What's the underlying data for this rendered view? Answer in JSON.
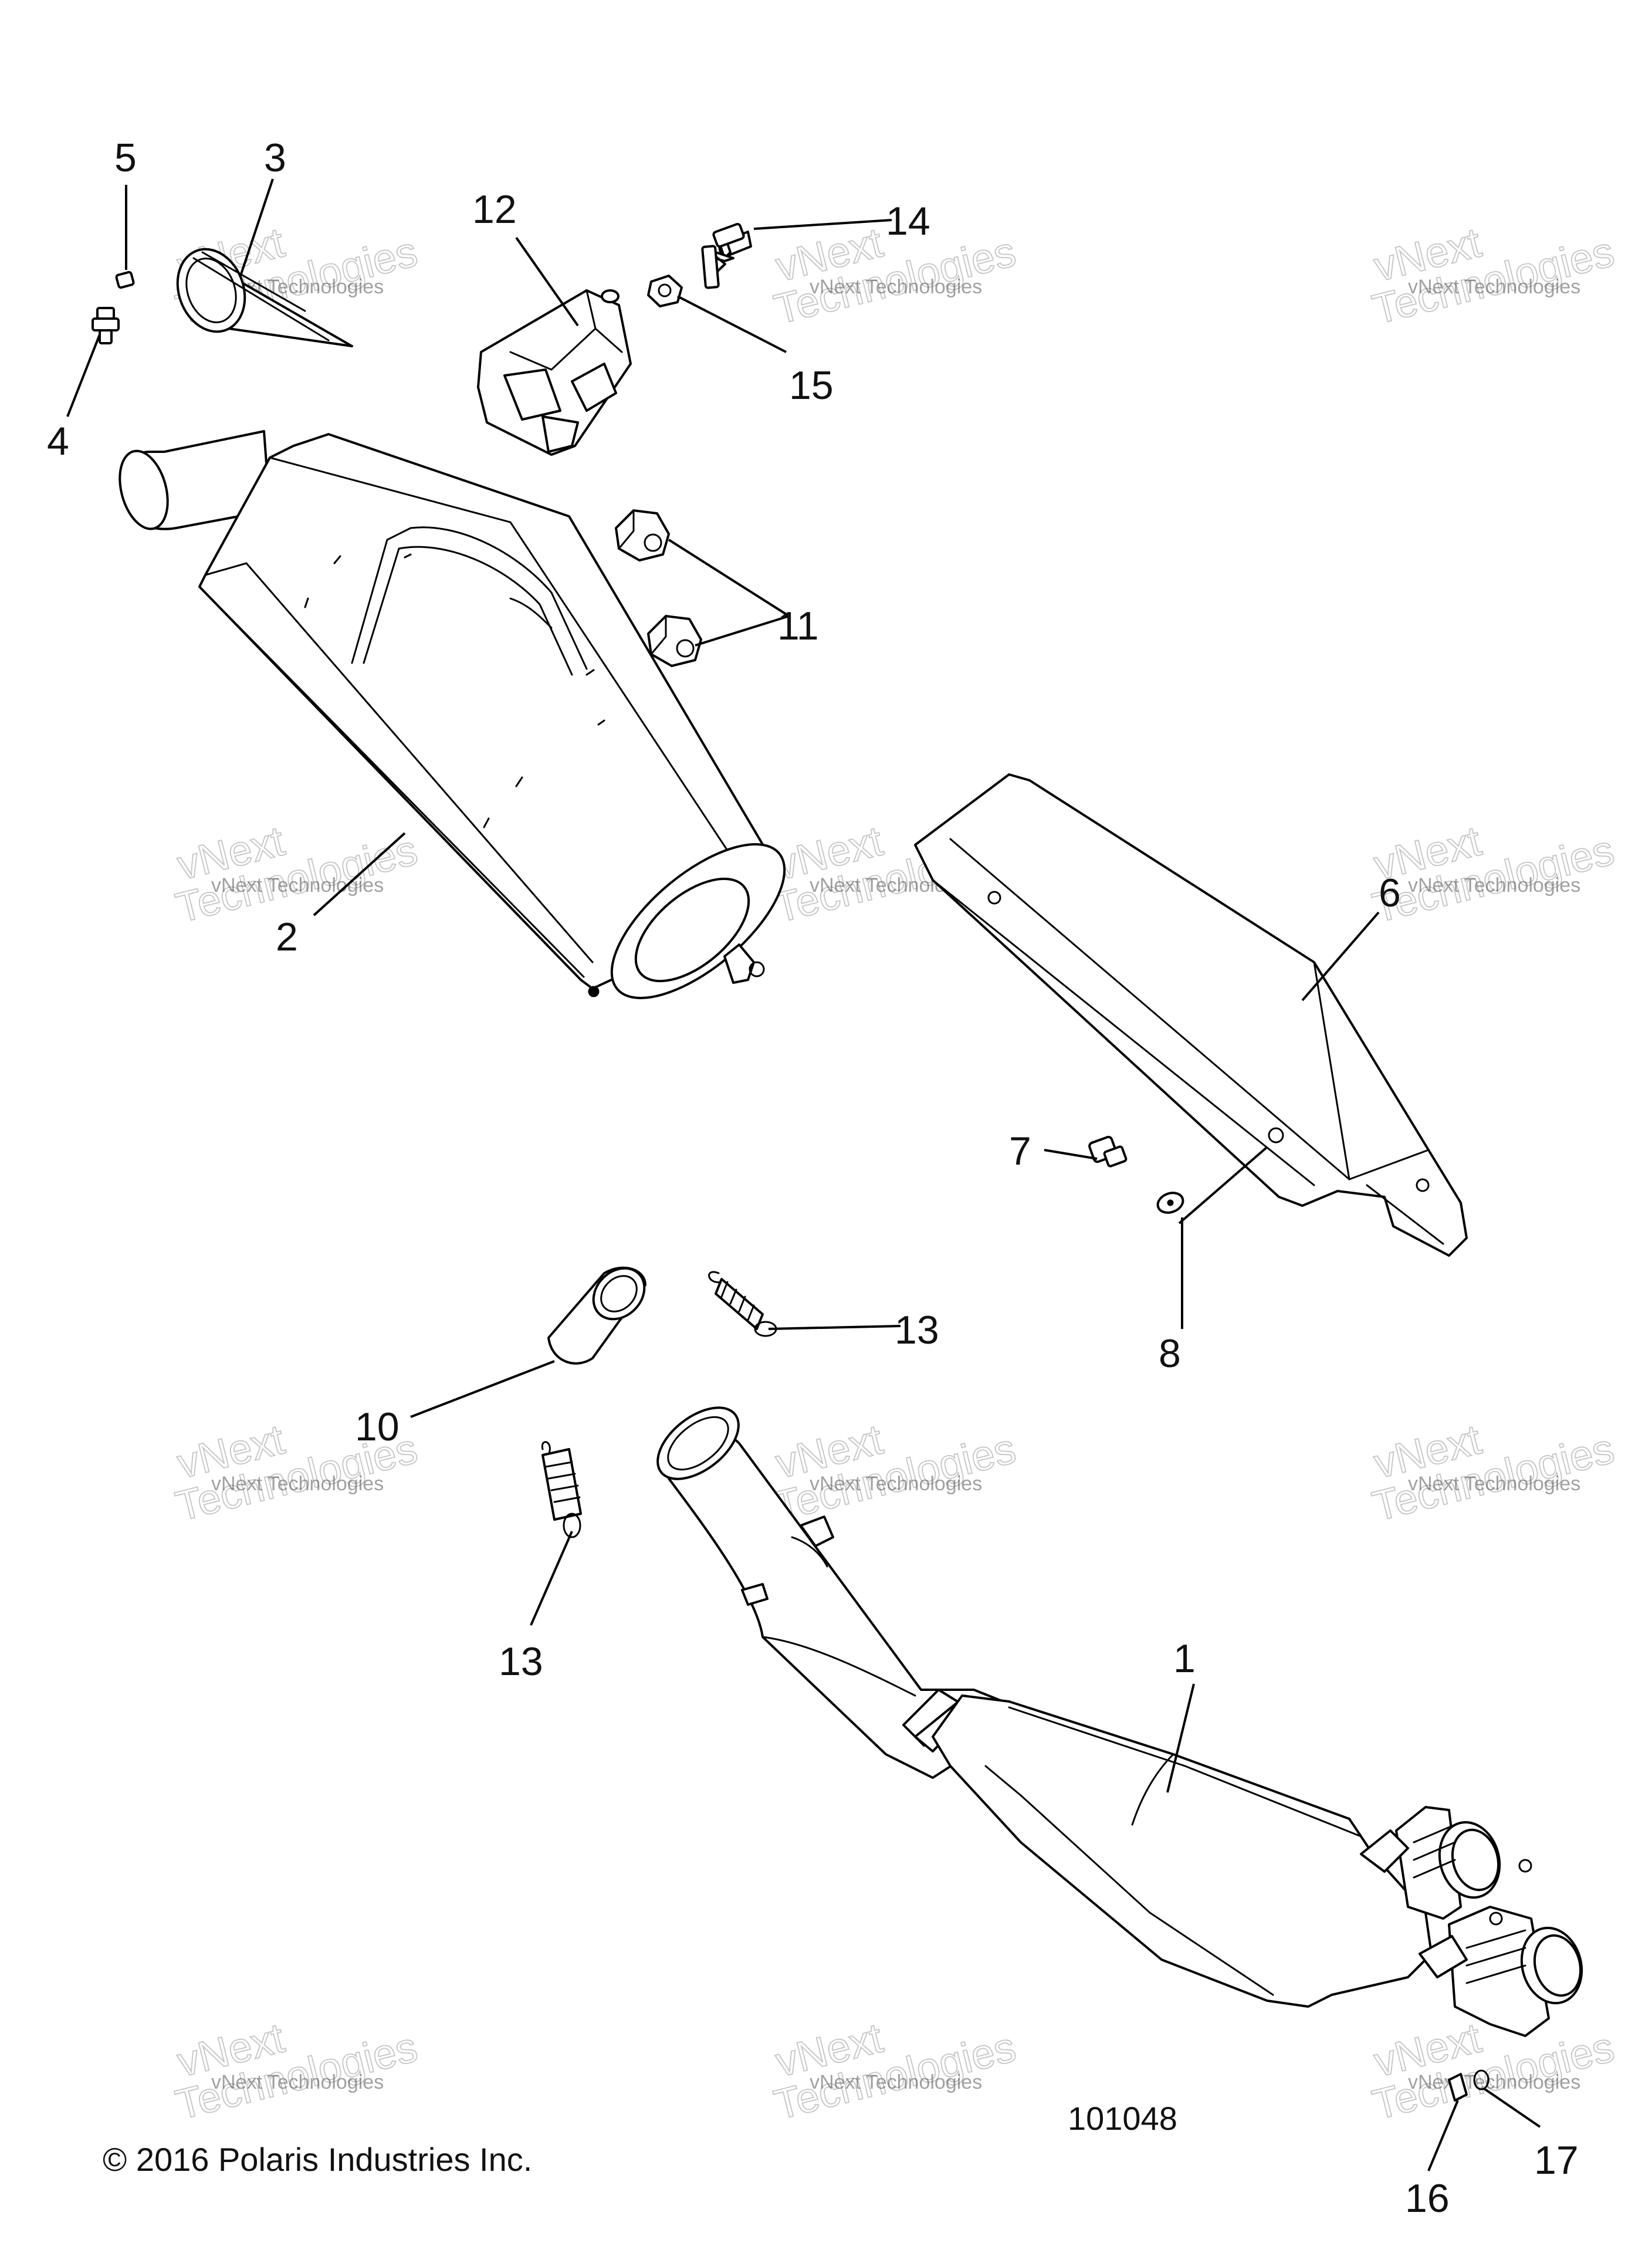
{
  "callouts": [
    {
      "id": "1",
      "label": "1"
    },
    {
      "id": "2",
      "label": "2"
    },
    {
      "id": "3",
      "label": "3"
    },
    {
      "id": "4",
      "label": "4"
    },
    {
      "id": "5",
      "label": "5"
    },
    {
      "id": "6",
      "label": "6"
    },
    {
      "id": "7",
      "label": "7"
    },
    {
      "id": "8",
      "label": "8"
    },
    {
      "id": "10",
      "label": "10"
    },
    {
      "id": "11",
      "label": "11"
    },
    {
      "id": "12",
      "label": "12"
    },
    {
      "id": "13a",
      "label": "13"
    },
    {
      "id": "13b",
      "label": "13"
    },
    {
      "id": "14",
      "label": "14"
    },
    {
      "id": "15",
      "label": "15"
    },
    {
      "id": "16",
      "label": "16"
    },
    {
      "id": "17",
      "label": "17"
    }
  ],
  "watermark": {
    "company": "vNext Technologies",
    "big_top": "vNext",
    "big_bottom": "Technologies"
  },
  "diagram_number": "101048",
  "copyright": "© 2016 Polaris Industries Inc."
}
